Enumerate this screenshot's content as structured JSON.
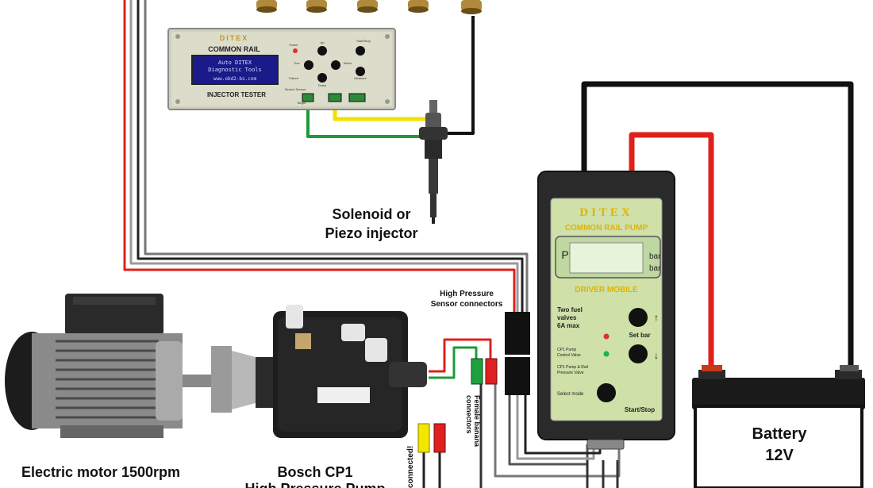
{
  "injector_tester": {
    "brand": "DITEX",
    "title": "COMMON RAIL",
    "subtitle": "INJECTOR TESTER",
    "screen_line1": "Auto DITEX",
    "screen_line2": "Diagnostic Tools",
    "screen_line3": "www.obd2-bs.com",
    "power_label": "Power",
    "up_label": "Up",
    "down_label": "Down",
    "doc_label": "Doc",
    "motor_label": "Motor",
    "start_stop_label": "Start/Stop",
    "measure_label": "Measure",
    "failure_label": "Failure",
    "search_label": "Search Sensor",
    "begin_label": "Begin"
  },
  "pump_driver": {
    "brand": "DITEX",
    "title": "COMMON RAIL PUMP",
    "subtitle": "DRIVER MOBILE",
    "p_label": "P",
    "bar_label_1": "bar",
    "bar_label_2": "bar",
    "fuel_valves_line1": "Two fuel",
    "fuel_valves_line2": "valves",
    "fuel_valves_line3": "6A max",
    "set_bar_label": "Set bar",
    "cp1_label_line1": "CP1 Pump",
    "cp1_label_line2": "Control Valve",
    "cp1_rail_line1": "CP1 Pump & Rail",
    "cp1_rail_line2": "Pressure Valve",
    "select_mode_label": "Select mode",
    "start_stop_label": "Start/Stop"
  },
  "labels": {
    "injector_line1": "Solenoid or",
    "injector_line2": "Piezo injector",
    "hp_sensor_line1": "High Pressure",
    "hp_sensor_line2": "Sensor connectors",
    "female_banana_line1": "Female banana",
    "female_banana_line2": "connectors",
    "not_connected": "connected!",
    "battery_line1": "Battery",
    "battery_line2": "12V",
    "motor_line1": "Electric motor 1500rpm",
    "pump_line1": "Bosch CP1",
    "pump_line2": "High Pressure Pump"
  },
  "colors": {
    "wire_red": "#e0201b",
    "wire_black": "#111111",
    "wire_yellow": "#f2e000",
    "wire_green": "#1f9a3a",
    "panel_tester": "#d9d9c8",
    "panel_driver_face": "#cfe0a8",
    "driver_case": "#2a2a2a",
    "banana_green": "#1fa03c",
    "banana_red": "#e02020",
    "banana_yellow": "#f3e600"
  }
}
